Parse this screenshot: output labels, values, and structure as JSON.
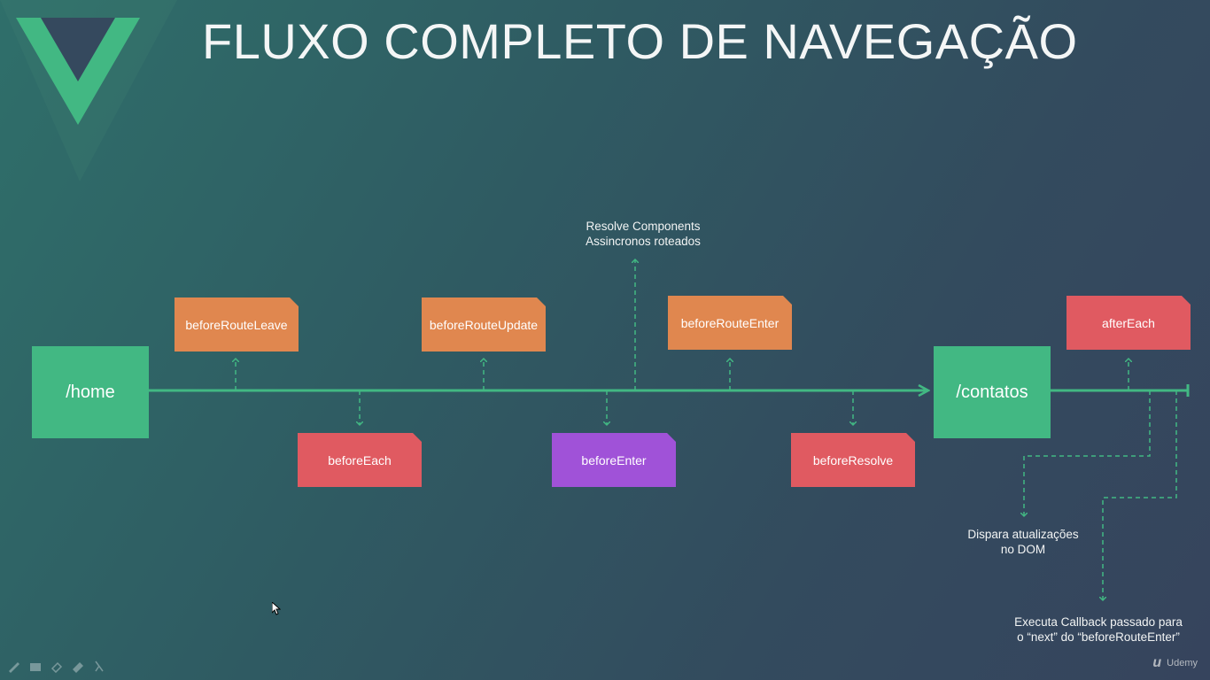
{
  "title": "FLUXO COMPLETO DE NAVEGAÇÃO",
  "routes": {
    "from": "/home",
    "to": "/contatos"
  },
  "hooks": {
    "beforeRouteLeave": "beforeRouteLeave",
    "beforeEach": "beforeEach",
    "beforeRouteUpdate": "beforeRouteUpdate",
    "beforeEnter": "beforeEnter",
    "beforeRouteEnter": "beforeRouteEnter",
    "beforeResolve": "beforeResolve",
    "afterEach": "afterEach"
  },
  "notes": {
    "resolve_line1": "Resolve Components",
    "resolve_line2": "Assincronos roteados",
    "dom_line1": "Dispara atualizações",
    "dom_line2": "no DOM",
    "callback_line1": "Executa Callback passado para",
    "callback_line2": "o “next” do “beforeRouteEnter”"
  },
  "brand": "Udemy",
  "colors": {
    "route": "#42b883",
    "orange": "#e0874f",
    "red": "#e05a61",
    "purple": "#a052d8",
    "line": "#42b883"
  },
  "icons": [
    "vue-logo",
    "pencil-icon",
    "highlighter-icon",
    "eraser-icon",
    "ruler-icon",
    "pointer-icon",
    "cursor-icon"
  ]
}
